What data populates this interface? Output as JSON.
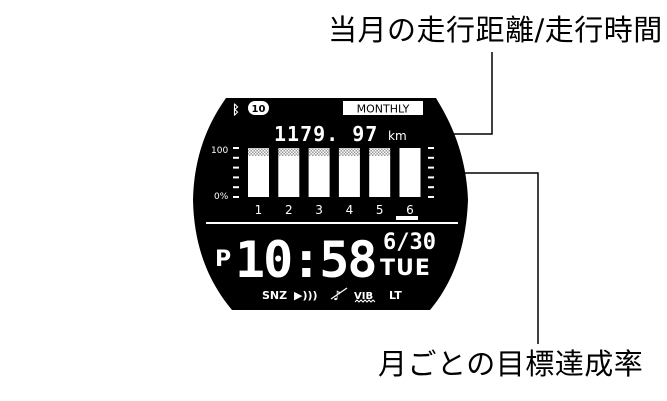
{
  "annotations": {
    "top": "当月の走行距離/走行時間",
    "bottom": "月ごとの目標達成率"
  },
  "watch": {
    "bluetooth_icon": "bluetooth-icon",
    "notification_count": "10",
    "mode_label": "MONTHLY",
    "distance_value": "1179. 97",
    "distance_unit": "km",
    "ampm": "P",
    "time": "10:58",
    "date": "6/30",
    "weekday": "TUE",
    "status_indicators": [
      "SNZ",
      "▶)))",
      "♪",
      "VIB",
      "LT"
    ],
    "bar_colors": {
      "fill": "#ffffff",
      "pattern": "#9a9a9a",
      "screen": "#000000"
    }
  },
  "chart_data": {
    "type": "bar",
    "categories": [
      "1",
      "2",
      "3",
      "4",
      "5",
      "6"
    ],
    "values": [
      100,
      100,
      100,
      100,
      100,
      100
    ],
    "ylim": [
      0,
      100
    ],
    "ytick_labels": [
      "100",
      "0%"
    ],
    "xlabel": "",
    "ylabel": "",
    "selected_category": "6"
  }
}
